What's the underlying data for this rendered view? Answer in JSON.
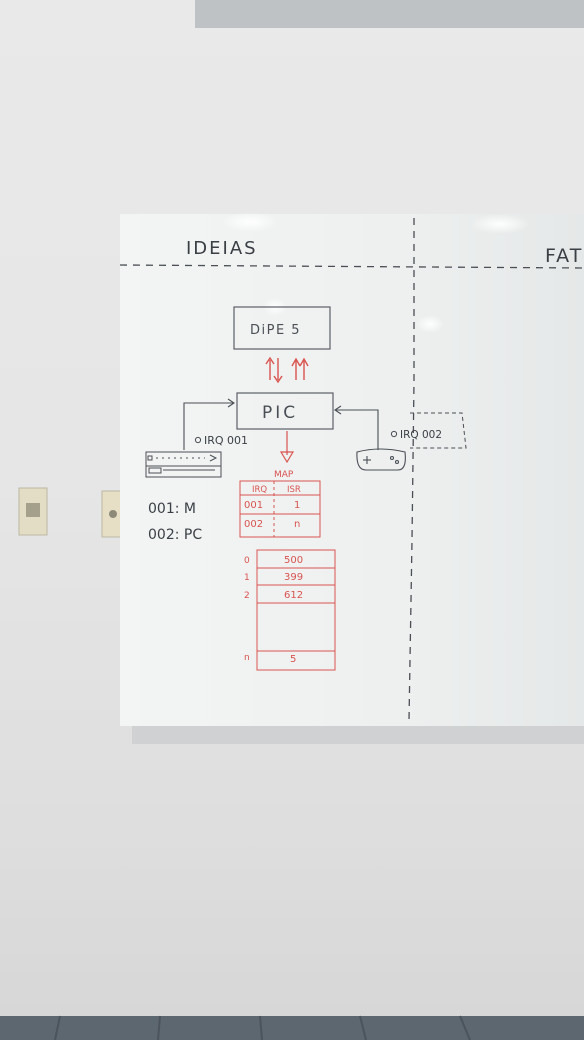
{
  "whiteboard": {
    "left_section_title": "IDEIAS",
    "right_section_title_partial": "FAT",
    "pipe_box_label": "DiPE 5",
    "pic_box_label": "PIC",
    "irq_left_label": "IRQ 001",
    "irq_right_label": "IRQ 002",
    "device_mapping": [
      "001: M",
      "002: PC"
    ],
    "map_title": "MAP",
    "map_table": {
      "headers": [
        "IRQ",
        "ISR"
      ],
      "rows": [
        [
          "001",
          "1"
        ],
        [
          "002",
          "n"
        ]
      ]
    },
    "isr_table": {
      "indices": [
        "0",
        "1",
        "2",
        "n"
      ],
      "values": [
        "500",
        "399",
        "612",
        "5"
      ]
    }
  },
  "colors": {
    "wall": "#e6e6e6",
    "board": "#f1f3f3",
    "black_marker": "#3a3f45",
    "red_marker": "#d9534f"
  }
}
